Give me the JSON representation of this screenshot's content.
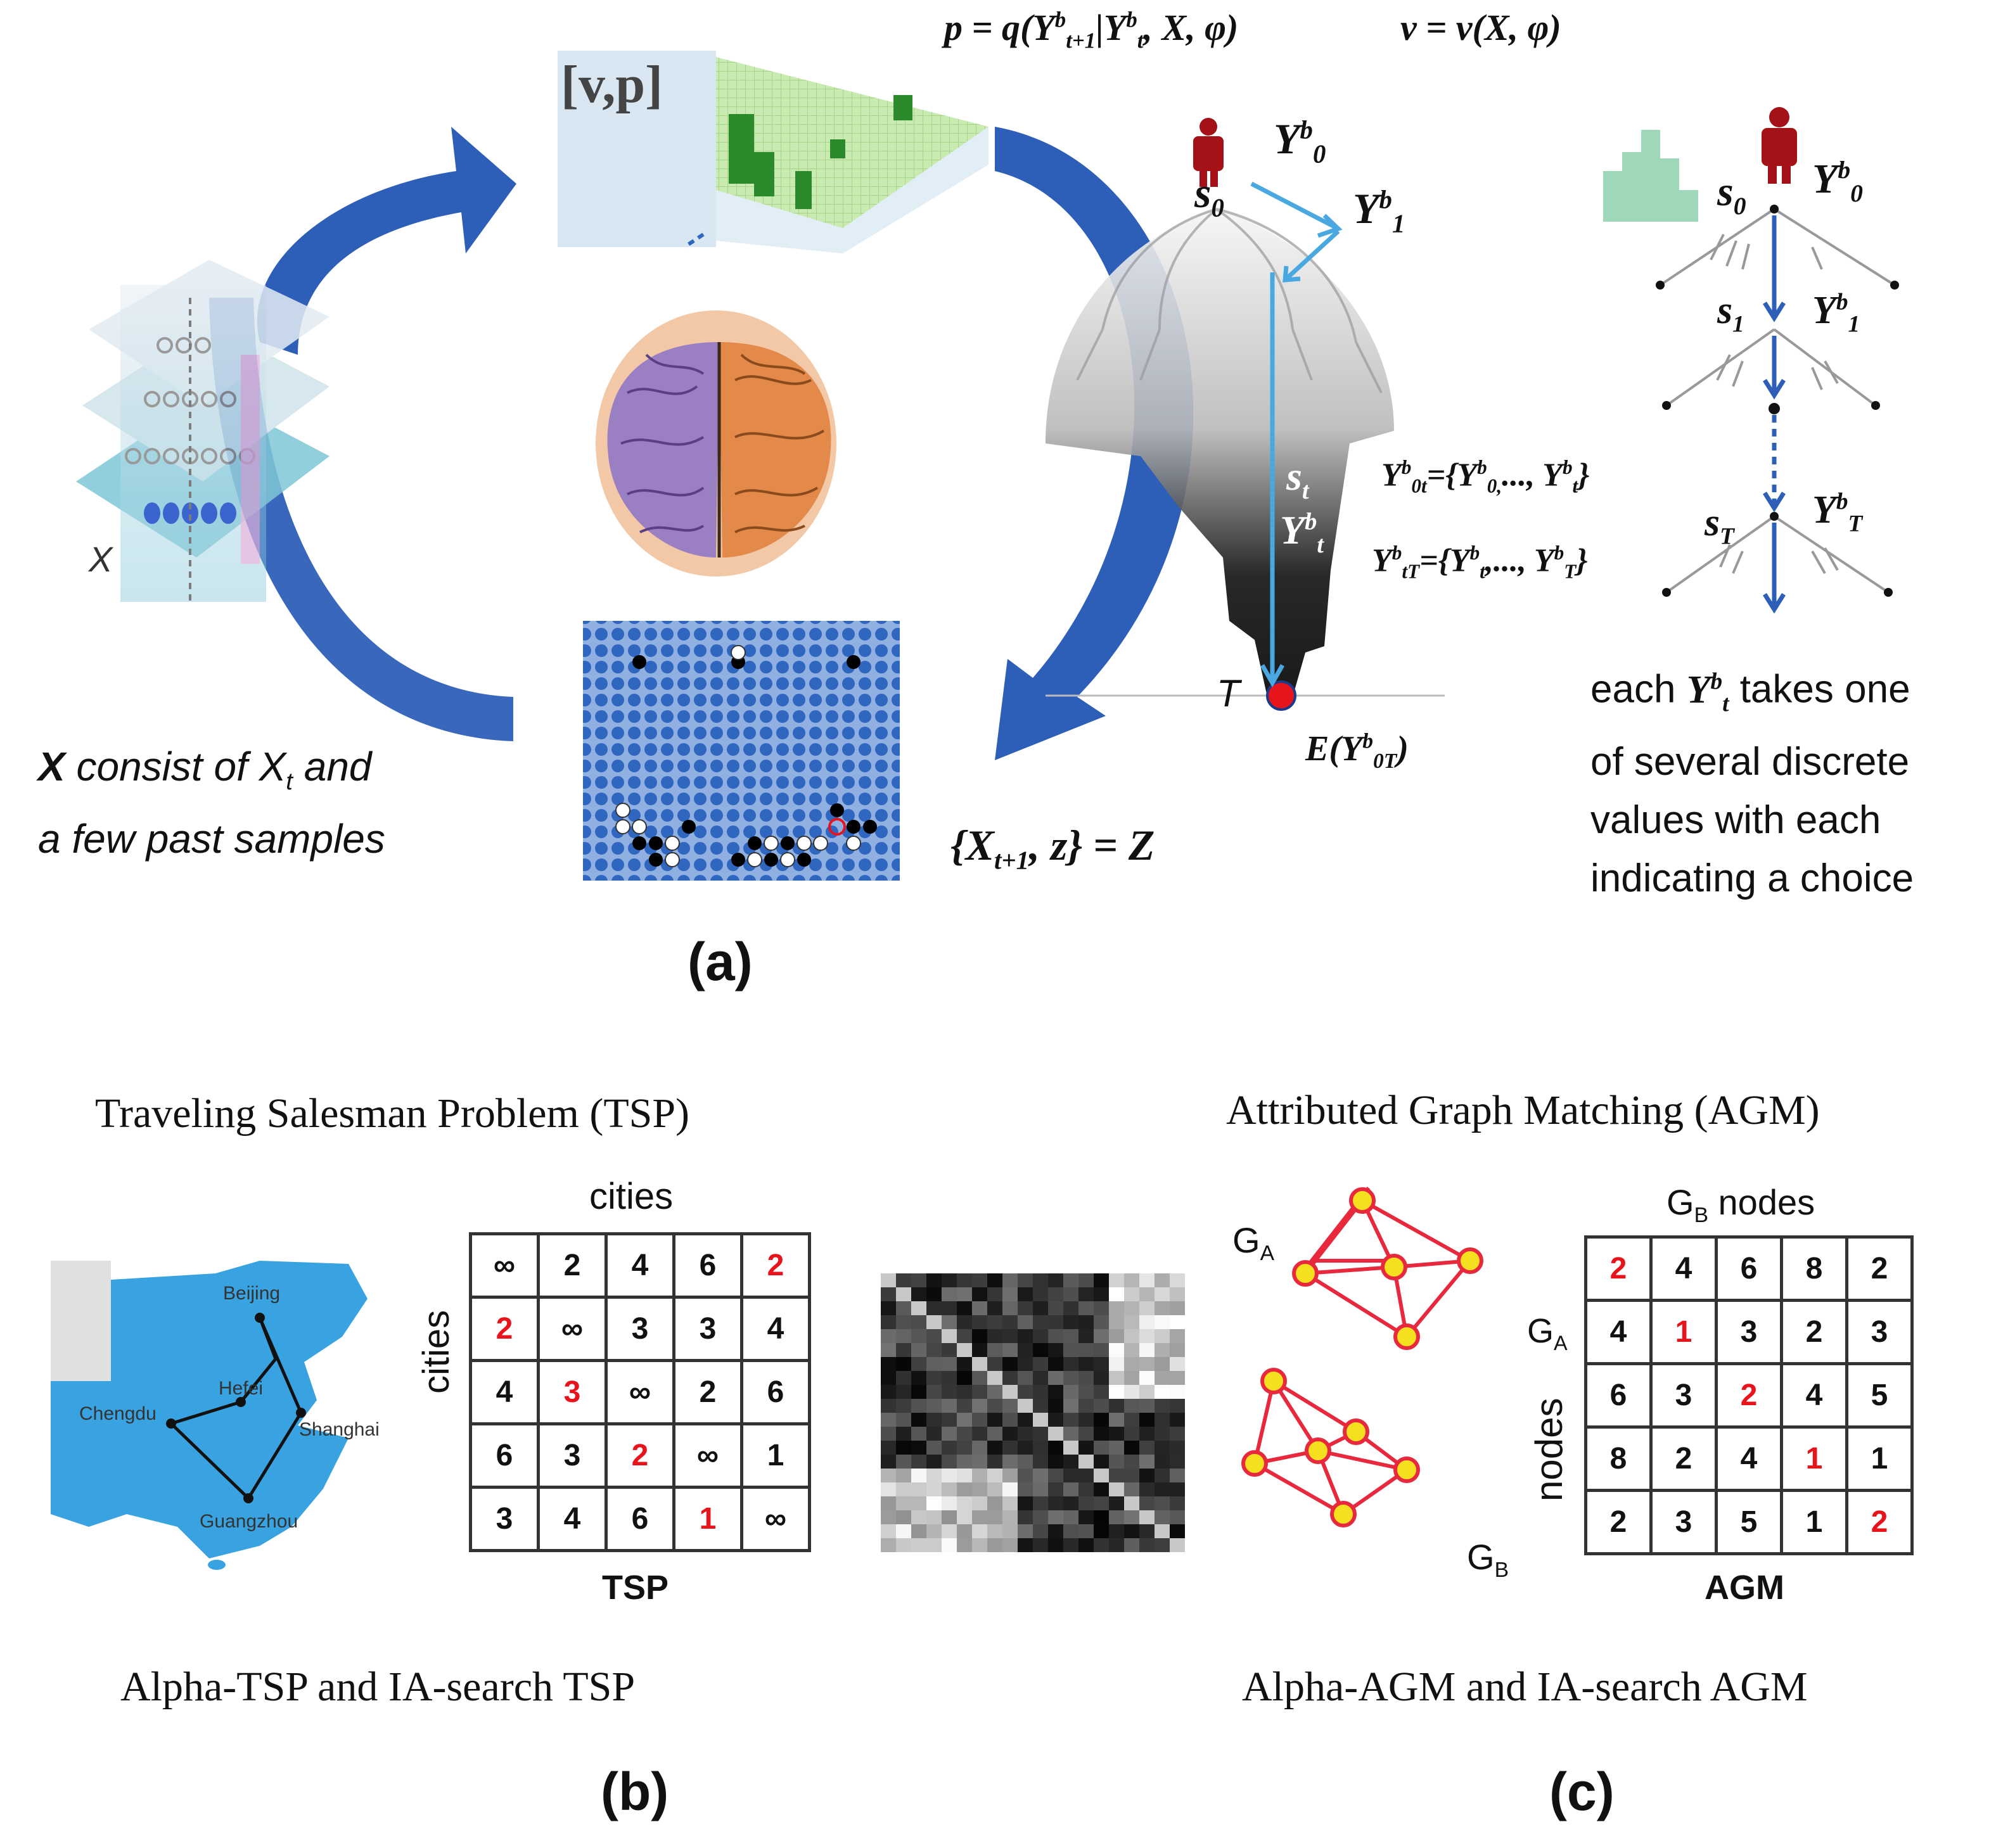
{
  "panel_a": {
    "label": "(a)",
    "formula_p": "p = q(Y",
    "formula_p_sup": "b",
    "formula_p_sub": "t+1",
    "formula_p_rest": "|Y",
    "formula_p_sup2": "b",
    "formula_p_sub2": "t",
    "formula_p_tail": ", X, φ)",
    "formula_v": "v = v(X, φ)",
    "vp_label": "[v,p]",
    "x_label": "X",
    "x_note_bold": "X",
    "x_note_line1": " consist of X",
    "x_note_sub": "t",
    "x_note_line1_tail": " and",
    "x_note_line2": "a few past samples",
    "z_formula": "{X",
    "z_sub": "t+1",
    "z_tail": ", z} = Z",
    "tree": {
      "y0": "Y",
      "y0_sup": "b",
      "y0_sub": "0",
      "s0": "s",
      "s0_sub": "0",
      "y1": "Y",
      "y1_sup": "b",
      "y1_sub": "1",
      "st": "s",
      "st_sub": "t",
      "yt": "Y",
      "yt_sup": "b",
      "yt_sub": "t",
      "y0t": "Y",
      "y0t_sup": "b",
      "y0t_sub": "0t",
      "y0t_rest": "={Y",
      "y0t_s1sup": "b",
      "y0t_s1sub": "0,",
      "y0t_mid": "..., Y",
      "y0t_s2sup": "b",
      "y0t_s2sub": "t",
      "y0t_end": "}",
      "ytT": "Y",
      "ytT_sup": "b",
      "ytT_sub": "tT",
      "ytT_rest": "={Y",
      "ytT_s1sup": "b",
      "ytT_s1sub": "t",
      "ytT_mid": ",..., Y",
      "ytT_s2sup": "b",
      "ytT_s2sub": "T",
      "ytT_end": "}",
      "T": "T",
      "e": "E(Y",
      "e_sup": "b",
      "e_sub": "0T",
      "e_end": ")"
    },
    "right_tree": {
      "s0": "s",
      "s0_sub": "0",
      "y0": "Y",
      "y0_sup": "b",
      "y0_sub": "0",
      "s1": "s",
      "s1_sub": "1",
      "y1": "Y",
      "y1_sup": "b",
      "y1_sub": "1",
      "sT": "s",
      "sT_sub": "T",
      "yT": "Y",
      "yT_sup": "b",
      "yT_sub": "T"
    },
    "note_line1a": "each ",
    "note_y": "Y",
    "note_y_sup": "b",
    "note_y_sub": "t",
    "note_line1b": " takes one",
    "note_line2": "of several discrete",
    "note_line3": "values with each",
    "note_line4": "indicating a choice"
  },
  "panel_b": {
    "label": "(b)",
    "title": "Traveling Salesman Problem (TSP)",
    "caption": "Alpha-TSP and IA-search TSP",
    "matrix_top": "cities",
    "matrix_side": "cities",
    "matrix_bottom": "TSP",
    "cities": [
      "Beijing",
      "Hefei",
      "Chengdu",
      "Shanghai",
      "Guangzhou"
    ],
    "matrix": [
      [
        {
          "v": "∞",
          "r": false
        },
        {
          "v": "2",
          "r": false
        },
        {
          "v": "4",
          "r": false
        },
        {
          "v": "6",
          "r": false
        },
        {
          "v": "2",
          "r": true
        }
      ],
      [
        {
          "v": "2",
          "r": true
        },
        {
          "v": "∞",
          "r": false
        },
        {
          "v": "3",
          "r": false
        },
        {
          "v": "3",
          "r": false
        },
        {
          "v": "4",
          "r": false
        }
      ],
      [
        {
          "v": "4",
          "r": false
        },
        {
          "v": "3",
          "r": true
        },
        {
          "v": "∞",
          "r": false
        },
        {
          "v": "2",
          "r": false
        },
        {
          "v": "6",
          "r": false
        }
      ],
      [
        {
          "v": "6",
          "r": false
        },
        {
          "v": "3",
          "r": false
        },
        {
          "v": "2",
          "r": true
        },
        {
          "v": "∞",
          "r": false
        },
        {
          "v": "1",
          "r": false
        }
      ],
      [
        {
          "v": "3",
          "r": false
        },
        {
          "v": "4",
          "r": false
        },
        {
          "v": "6",
          "r": false
        },
        {
          "v": "1",
          "r": true
        },
        {
          "v": "∞",
          "r": false
        }
      ]
    ]
  },
  "panel_c": {
    "label": "(c)",
    "title": "Attributed Graph Matching (AGM)",
    "caption": "Alpha-AGM and IA-search AGM",
    "ga": "G",
    "ga_sub": "A",
    "gb": "G",
    "gb_sub": "B",
    "matrix_top": "G",
    "matrix_top_sub": "B",
    "matrix_top_tail": " nodes",
    "matrix_side_g": "G",
    "matrix_side_g_sub": "A",
    "matrix_side": "nodes",
    "matrix_bottom": "AGM",
    "matrix": [
      [
        {
          "v": "2",
          "r": true
        },
        {
          "v": "4",
          "r": false
        },
        {
          "v": "6",
          "r": false
        },
        {
          "v": "8",
          "r": false
        },
        {
          "v": "2",
          "r": false
        }
      ],
      [
        {
          "v": "4",
          "r": false
        },
        {
          "v": "1",
          "r": true
        },
        {
          "v": "3",
          "r": false
        },
        {
          "v": "2",
          "r": false
        },
        {
          "v": "3",
          "r": false
        }
      ],
      [
        {
          "v": "6",
          "r": false
        },
        {
          "v": "3",
          "r": false
        },
        {
          "v": "2",
          "r": true
        },
        {
          "v": "4",
          "r": false
        },
        {
          "v": "5",
          "r": false
        }
      ],
      [
        {
          "v": "8",
          "r": false
        },
        {
          "v": "2",
          "r": false
        },
        {
          "v": "4",
          "r": false
        },
        {
          "v": "1",
          "r": true
        },
        {
          "v": "1",
          "r": false
        }
      ],
      [
        {
          "v": "2",
          "r": false
        },
        {
          "v": "3",
          "r": false
        },
        {
          "v": "5",
          "r": false
        },
        {
          "v": "1",
          "r": false
        },
        {
          "v": "2",
          "r": true
        }
      ]
    ]
  },
  "colors": {
    "arrow_blue": "#2e5fb8",
    "light_blue": "#4aa8e0",
    "red": "#e8141c",
    "map_blue": "#38a3e0",
    "graph_red": "#e8283c",
    "graph_yellow": "#f5e020"
  },
  "icons": [
    "brain-icon",
    "person-icon",
    "go-board-icon",
    "map-icon",
    "heatmap-icon"
  ]
}
